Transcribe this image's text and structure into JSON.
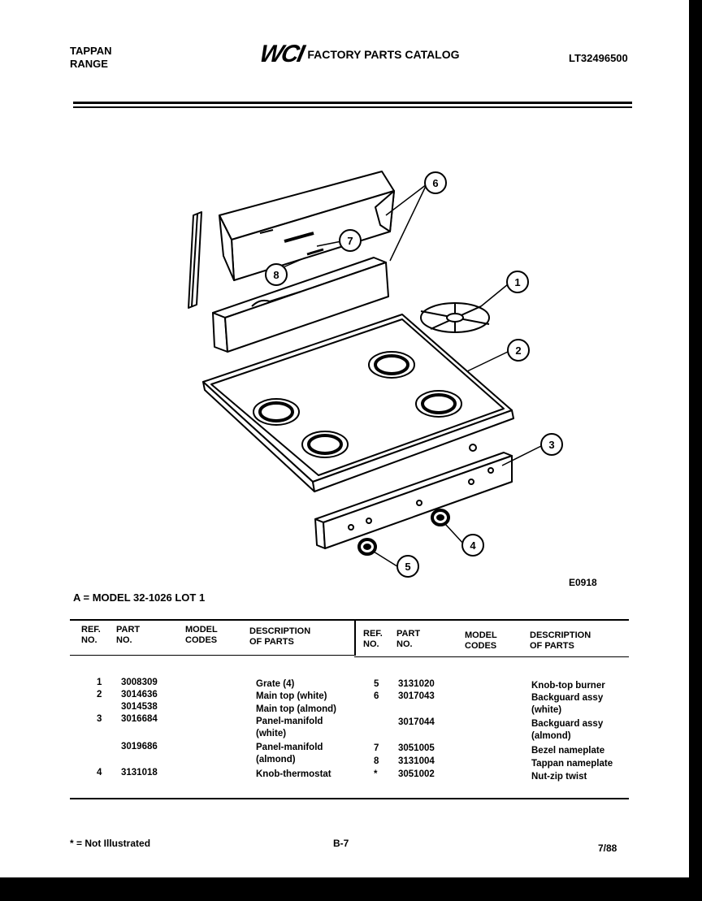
{
  "header": {
    "brand_line1": "TAPPAN",
    "brand_line2": "RANGE",
    "logo": "WCI",
    "catalog_title": "FACTORY PARTS CATALOG",
    "catalog_number": "LT32496500"
  },
  "diagram": {
    "figure_code": "E0918",
    "callouts": [
      "1",
      "2",
      "3",
      "4",
      "5",
      "6",
      "7",
      "8"
    ]
  },
  "model_line": "A = MODEL 32-1026 LOT 1",
  "table": {
    "headers": {
      "ref_no": "REF.\nNO.",
      "part_no": "PART\nNO.",
      "model_codes": "MODEL\nCODES",
      "description": "DESCRIPTION\nOF PARTS"
    },
    "left_rows": [
      {
        "ref": "1",
        "part": "3008309",
        "desc": "Grate (4)"
      },
      {
        "ref": "2",
        "part": "3014636",
        "desc": "Main top (white)"
      },
      {
        "ref": "",
        "part": "3014538",
        "desc": "Main top (almond)"
      },
      {
        "ref": "3",
        "part": "3016684",
        "desc": "Panel-manifold\n(white)"
      },
      {
        "ref": "",
        "part": "3019686",
        "desc": "Panel-manifold\n(almond)"
      },
      {
        "ref": "4",
        "part": "3131018",
        "desc": "Knob-thermostat"
      }
    ],
    "right_rows": [
      {
        "ref": "5",
        "part": "3131020",
        "desc": "Knob-top burner"
      },
      {
        "ref": "6",
        "part": "3017043",
        "desc": "Backguard assy\n(white)"
      },
      {
        "ref": "",
        "part": "3017044",
        "desc": "Backguard assy\n(almond)"
      },
      {
        "ref": "7",
        "part": "3051005",
        "desc": "Bezel nameplate"
      },
      {
        "ref": "8",
        "part": "3131004",
        "desc": "Tappan nameplate"
      },
      {
        "ref": "*",
        "part": "3051002",
        "desc": "Nut-zip twist"
      }
    ]
  },
  "footer": {
    "footnote": "* = Not Illustrated",
    "page_number": "B-7",
    "date": "7/88"
  }
}
